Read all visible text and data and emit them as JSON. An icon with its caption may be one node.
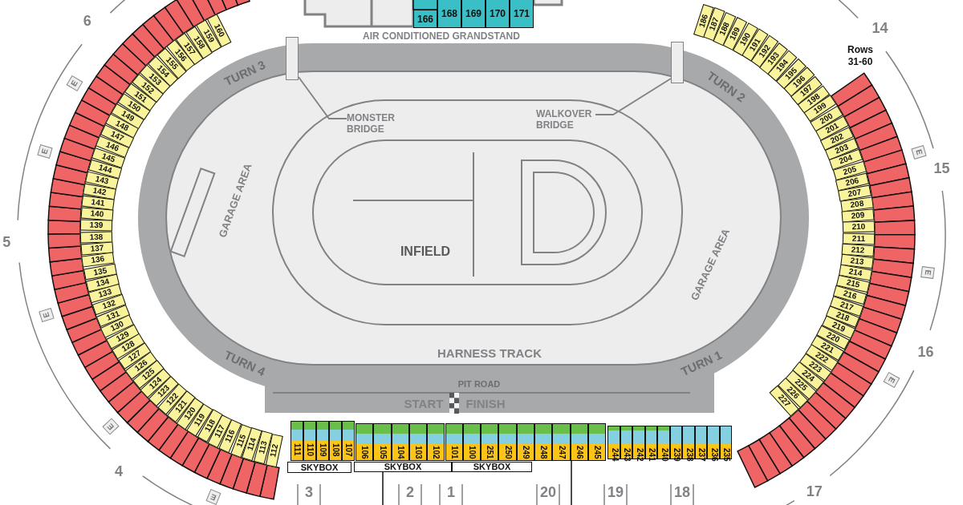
{
  "diagram": {
    "nodes": [
      {
        "text": [
          "MONSTER BRIDGE"
        ]
      },
      {
        "text": [],
        "shape": "bar"
      },
      {
        "text": [
          "WALKOVER BRIDGE"
        ]
      },
      {
        "text": [],
        "shape": "bar"
      }
    ],
    "edges": [
      {
        "from": 0,
        "to": 1,
        "arrow": "none"
      },
      {
        "from": 2,
        "to": 3,
        "arrow": "none"
      }
    ],
    "labels": [
      "166",
      "168",
      "169",
      "170",
      "171",
      "AIR CONDITIONED GRANDSTAND",
      "6",
      "14",
      "Rows 31-60",
      "TURN 3",
      "TURN 2",
      "160",
      "159",
      "158",
      "157",
      "156",
      "155",
      "154",
      "153",
      "152",
      "151",
      "150",
      "149",
      "148",
      "147",
      "146",
      "145",
      "144",
      "143",
      "142",
      "141",
      "140",
      "139",
      "138",
      "137",
      "136",
      "135",
      "134",
      "133",
      "132",
      "131",
      "130",
      "129",
      "128",
      "127",
      "126",
      "125",
      "124",
      "123",
      "122",
      "121",
      "120",
      "119",
      "118",
      "117",
      "116",
      "115",
      "114",
      "113",
      "112",
      "186",
      "187",
      "188",
      "189",
      "190",
      "191",
      "192",
      "193",
      "194",
      "195",
      "196",
      "197",
      "198",
      "199",
      "200",
      "201",
      "202",
      "203",
      "204",
      "205",
      "206",
      "207",
      "208",
      "209",
      "210",
      "211",
      "212",
      "213",
      "214",
      "215",
      "216",
      "217",
      "218",
      "219",
      "220",
      "221",
      "222",
      "223",
      "224",
      "225",
      "226",
      "227",
      "GARAGE AREA",
      "GARAGE AREA",
      "INFIELD",
      "5",
      "15",
      "HARNESS TRACK",
      "TURN 4",
      "TURN 1",
      "PIT ROAD",
      "START",
      "FINISH",
      "16",
      "111",
      "110",
      "109",
      "108",
      "107",
      "106",
      "105",
      "104",
      "103",
      "102",
      "101",
      "100",
      "251",
      "250",
      "249",
      "248",
      "247",
      "246",
      "245",
      "244",
      "243",
      "242",
      "241",
      "240",
      "239",
      "238",
      "237",
      "236",
      "235",
      "SKYBOX",
      "SKYBOX",
      "SKYBOX",
      "4",
      "3",
      "2",
      "1",
      "20",
      "19",
      "18",
      "17",
      "E",
      "E",
      "E",
      "E",
      "E",
      "E",
      "E",
      "E"
    ]
  }
}
